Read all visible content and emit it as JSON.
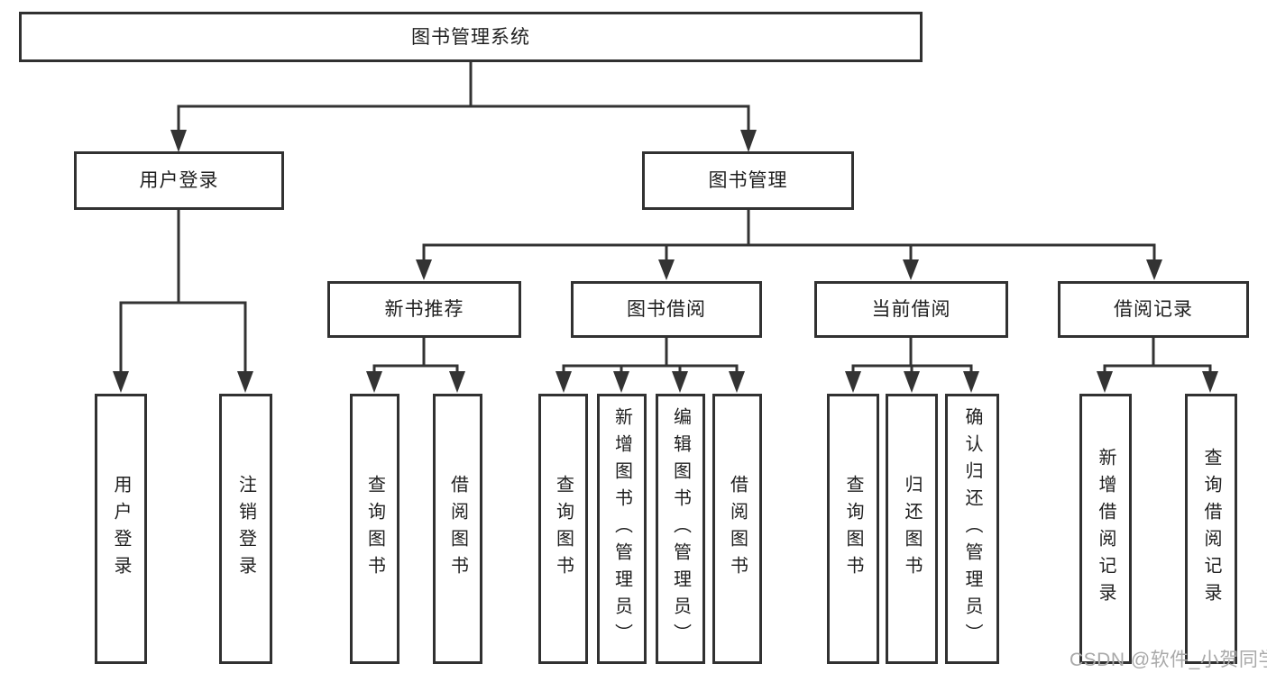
{
  "colors": {
    "line": "#333333",
    "box_border": "#313131",
    "box_background": "#ffffff",
    "text": "#1f1f1f",
    "watermark": "#a9a9a9"
  },
  "tree": {
    "root": {
      "label": "图书管理系统"
    },
    "level2": [
      {
        "label": "用户登录"
      },
      {
        "label": "图书管理"
      }
    ],
    "level3": [
      {
        "parent": "图书管理",
        "label": "新书推荐"
      },
      {
        "parent": "图书管理",
        "label": "图书借阅"
      },
      {
        "parent": "图书管理",
        "label": "当前借阅"
      },
      {
        "parent": "图书管理",
        "label": "借阅记录"
      }
    ],
    "leaves": [
      {
        "parent": "用户登录",
        "label": "用户登录"
      },
      {
        "parent": "用户登录",
        "label": "注销登录"
      },
      {
        "parent": "新书推荐",
        "label": "查询图书"
      },
      {
        "parent": "新书推荐",
        "label": "借阅图书"
      },
      {
        "parent": "图书借阅",
        "label": "查询图书"
      },
      {
        "parent": "图书借阅",
        "label": "新增图书（管理员）"
      },
      {
        "parent": "图书借阅",
        "label": "编辑图书（管理员）"
      },
      {
        "parent": "图书借阅",
        "label": "借阅图书"
      },
      {
        "parent": "当前借阅",
        "label": "查询图书"
      },
      {
        "parent": "当前借阅",
        "label": "归还图书"
      },
      {
        "parent": "当前借阅",
        "label": "确认归还（管理员）"
      },
      {
        "parent": "借阅记录",
        "label": "新增借阅记录"
      },
      {
        "parent": "借阅记录",
        "label": "查询借阅记录"
      }
    ]
  },
  "watermark": {
    "text": "CSDN @软件_小贺同学"
  }
}
